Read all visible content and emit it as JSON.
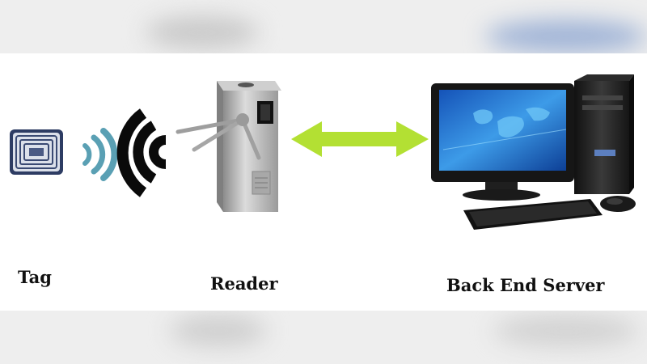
{
  "labels": {
    "tag": "Tag",
    "reader": "Reader",
    "server": "Back End Server"
  },
  "colors": {
    "arrow": "#b3e033",
    "wave_small": "#5aa0b4",
    "wave_large": "#0a0a0a",
    "monitor_screen": "#1a6fd0",
    "device_metal": "#b5b5b5",
    "tower": "#1c1c1c"
  },
  "icons": [
    "rfid-tag-icon",
    "wireless-signal-icon",
    "turnstile-reader-icon",
    "bidirectional-arrow-icon",
    "desktop-computer-icon"
  ]
}
